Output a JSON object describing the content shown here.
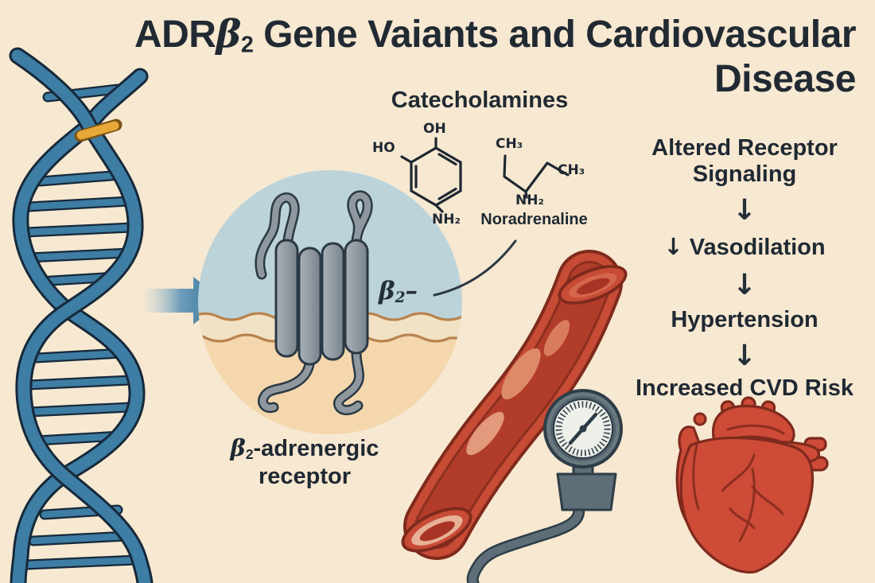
{
  "title": {
    "prefix": "ADR",
    "beta": "β",
    "beta_sub": "2",
    "line1_rest": " Gene Vaiants and Cardiovascular",
    "line2": "Disease"
  },
  "catecholamines": {
    "heading": "Catecholamines",
    "catechol": {
      "oh": "OH",
      "ho": "HO",
      "nh2": "NH₂"
    },
    "noradrenaline": {
      "ch3_top": "CH₃",
      "ch3_right": "CH₃",
      "nh2": "NH₂",
      "label": "Noradrenaline"
    }
  },
  "receptor": {
    "tag_beta": "β",
    "tag_sub": "2",
    "tag_dash": "–",
    "caption_beta": "β",
    "caption_sub": "2",
    "caption_rest": "-adrenergic",
    "caption_line2": "receptor"
  },
  "flow": {
    "arrow": "↓",
    "steps": [
      {
        "label": "Altered Receptor Signaling"
      },
      {
        "prefix": "↓",
        "label": " Vasodilation"
      },
      {
        "label": "Hypertension"
      },
      {
        "label": "Increased CVD Risk"
      }
    ]
  },
  "colors": {
    "background": "#f7e8d1",
    "text_dark": "#212a33",
    "dna_blue": "#3e7da4",
    "dna_outline": "#16293a",
    "variant_orange": "#e8a838",
    "inset_blue": "#bcd3d9",
    "membrane_tan": "#b9834e",
    "receptor_gray": "#8f989f",
    "vessel_red": "#c74b35",
    "plaque_salmon": "#dd8a69",
    "gauge_slate": "#5d6e79",
    "heart_red": "#cd4b37"
  }
}
